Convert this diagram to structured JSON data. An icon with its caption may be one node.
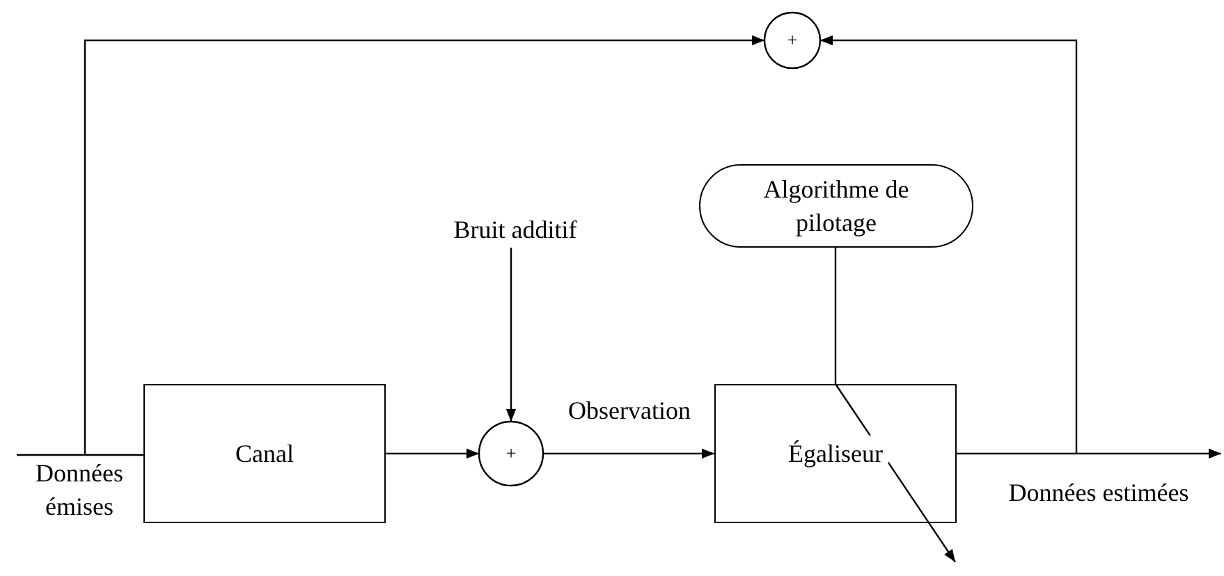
{
  "diagram": {
    "nodes": [
      {
        "text": [
          "Canal"
        ]
      },
      {
        "text": [
          "+"
        ]
      },
      {
        "text": [
          "Bruit additif"
        ]
      },
      {
        "text": [
          "Égaliseur"
        ]
      },
      {
        "text": [
          "Algorithme de pilotage"
        ]
      },
      {
        "text": [
          "+"
        ]
      },
      {
        "text": [
          "Données émises"
        ]
      }
    ],
    "edges": [
      {
        "from": 6,
        "to": 0,
        "arrow": "none"
      },
      {
        "from": 0,
        "to": 1,
        "arrow": "to"
      },
      {
        "from": 2,
        "to": 1,
        "arrow": "to"
      },
      {
        "from": 1,
        "to": 3,
        "arrow": "to",
        "label": "Observation"
      },
      {
        "from": 3,
        "to": null,
        "arrow": "to"
      },
      {
        "from": 4,
        "to": 3,
        "arrow": "none"
      },
      {
        "from": 6,
        "to": 5,
        "arrow": "to"
      },
      {
        "from": null,
        "to": 5,
        "arrow": "to"
      }
    ],
    "labels": [
      "Données estimées"
    ]
  }
}
